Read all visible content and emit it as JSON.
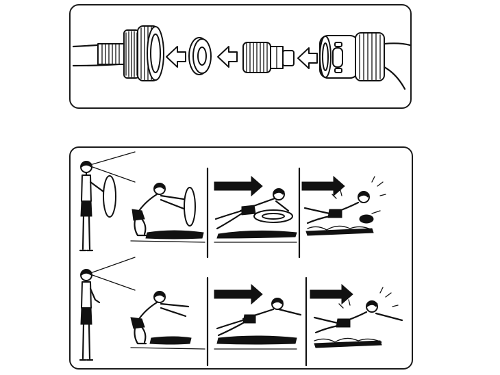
{
  "colors": {
    "ink": "#111111",
    "paper": "#ffffff"
  },
  "top_panel": {
    "parts": [
      "hose-fitting",
      "rubber-washer",
      "threaded-connector",
      "quick-connect-coupler"
    ],
    "arrow_icon": "left-outline-arrow"
  },
  "bottom_panel": {
    "rows": [
      {
        "name": "with-board",
        "frames": [
          "stand-and-check-board",
          "crouch-with-board",
          "run-and-slide-on-board",
          "splash-on-board"
        ]
      },
      {
        "name": "without-board",
        "frames": [
          "stand-and-check-pose",
          "crouch-arms-forward",
          "dive-belly-first",
          "splash-belly-slide"
        ]
      }
    ],
    "arrow_icon": "right-solid-arrow"
  }
}
